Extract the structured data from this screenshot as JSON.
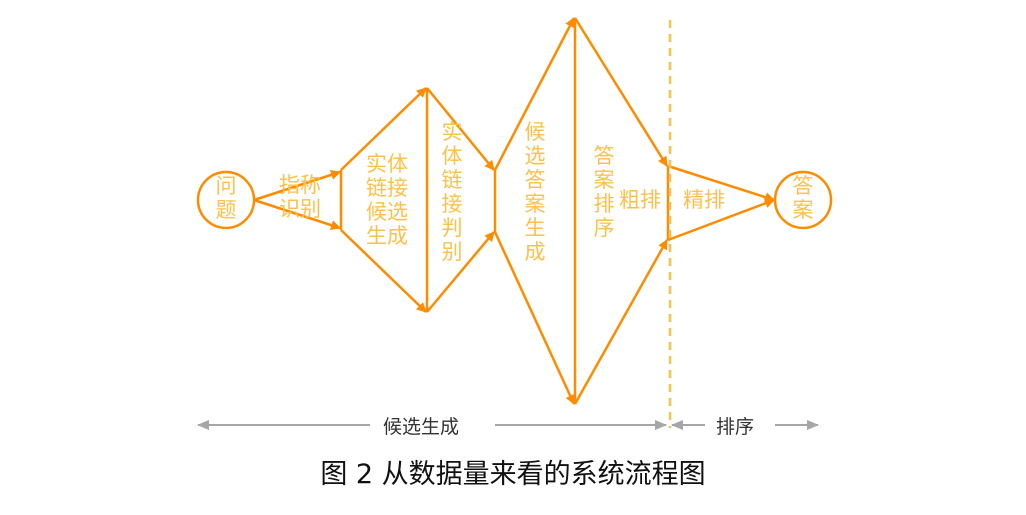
{
  "diagram": {
    "colors": {
      "line": "#FF8C00",
      "text": "#FFC04A",
      "divider": "#FFC04A",
      "axis": "#A6A6A6"
    },
    "nodes": {
      "question": "问题",
      "coref": "指称识别",
      "entity_candidate": "实体链接候选生成",
      "entity_judge": "实体链接判别",
      "answer_candidate": "候选答案生成",
      "answer_rank": "答案排序",
      "coarse": "粗排",
      "fine": "精排",
      "answer": "答案"
    },
    "axis": {
      "generation": "候选生成",
      "ranking": "排序"
    },
    "caption": "图 2 从数据量来看的系统流程图"
  }
}
